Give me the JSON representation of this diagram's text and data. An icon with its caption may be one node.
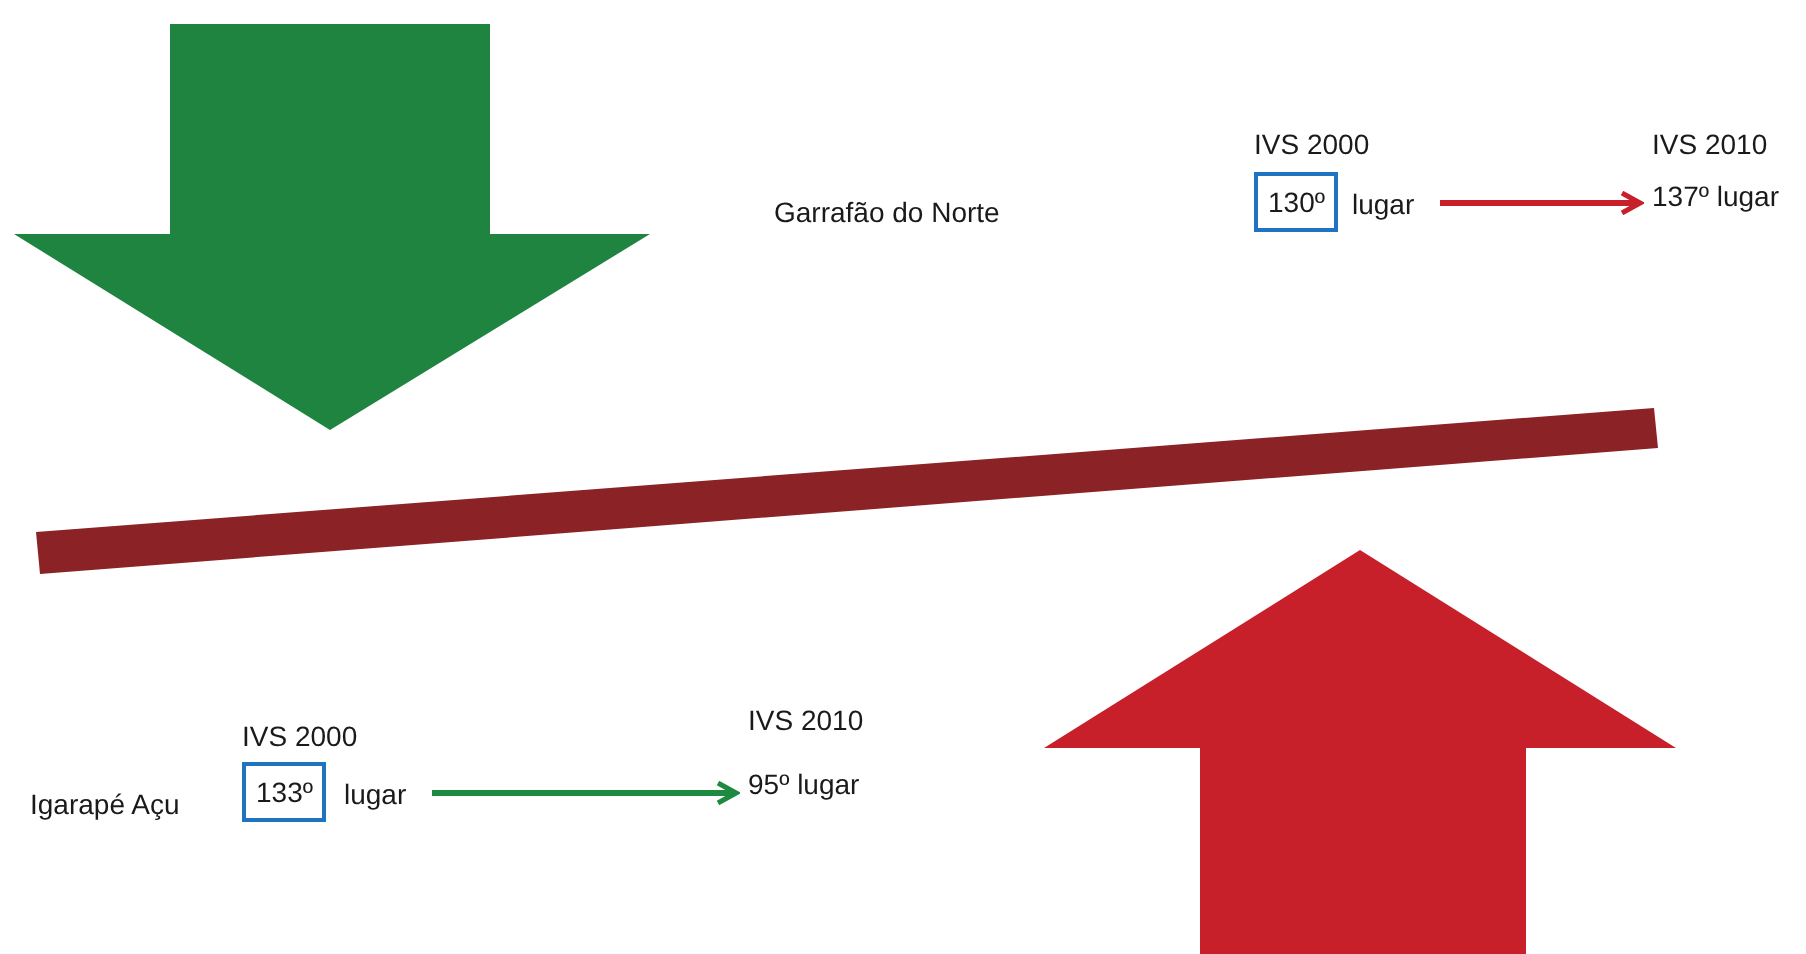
{
  "diagram": {
    "nodes": [
      {
        "text": [
          "130º"
        ],
        "beside": [
          "lugar"
        ]
      },
      {
        "text": [
          "IVS 2010",
          "137º lugar"
        ]
      },
      {
        "text": [
          "133º"
        ],
        "beside": [
          "lugar"
        ]
      },
      {
        "text": [
          "IVS 2010",
          "95º lugar"
        ]
      }
    ],
    "edges": [
      {
        "from": 0,
        "to": 1,
        "arrow": "to",
        "color": "#c8202a"
      },
      {
        "from": 2,
        "to": 3,
        "arrow": "to",
        "color": "#1e8a3f"
      }
    ],
    "labels": [
      "IVS 2000",
      "Garrafão do Norte",
      "IVS 2000",
      "Igarapé Açu"
    ]
  }
}
